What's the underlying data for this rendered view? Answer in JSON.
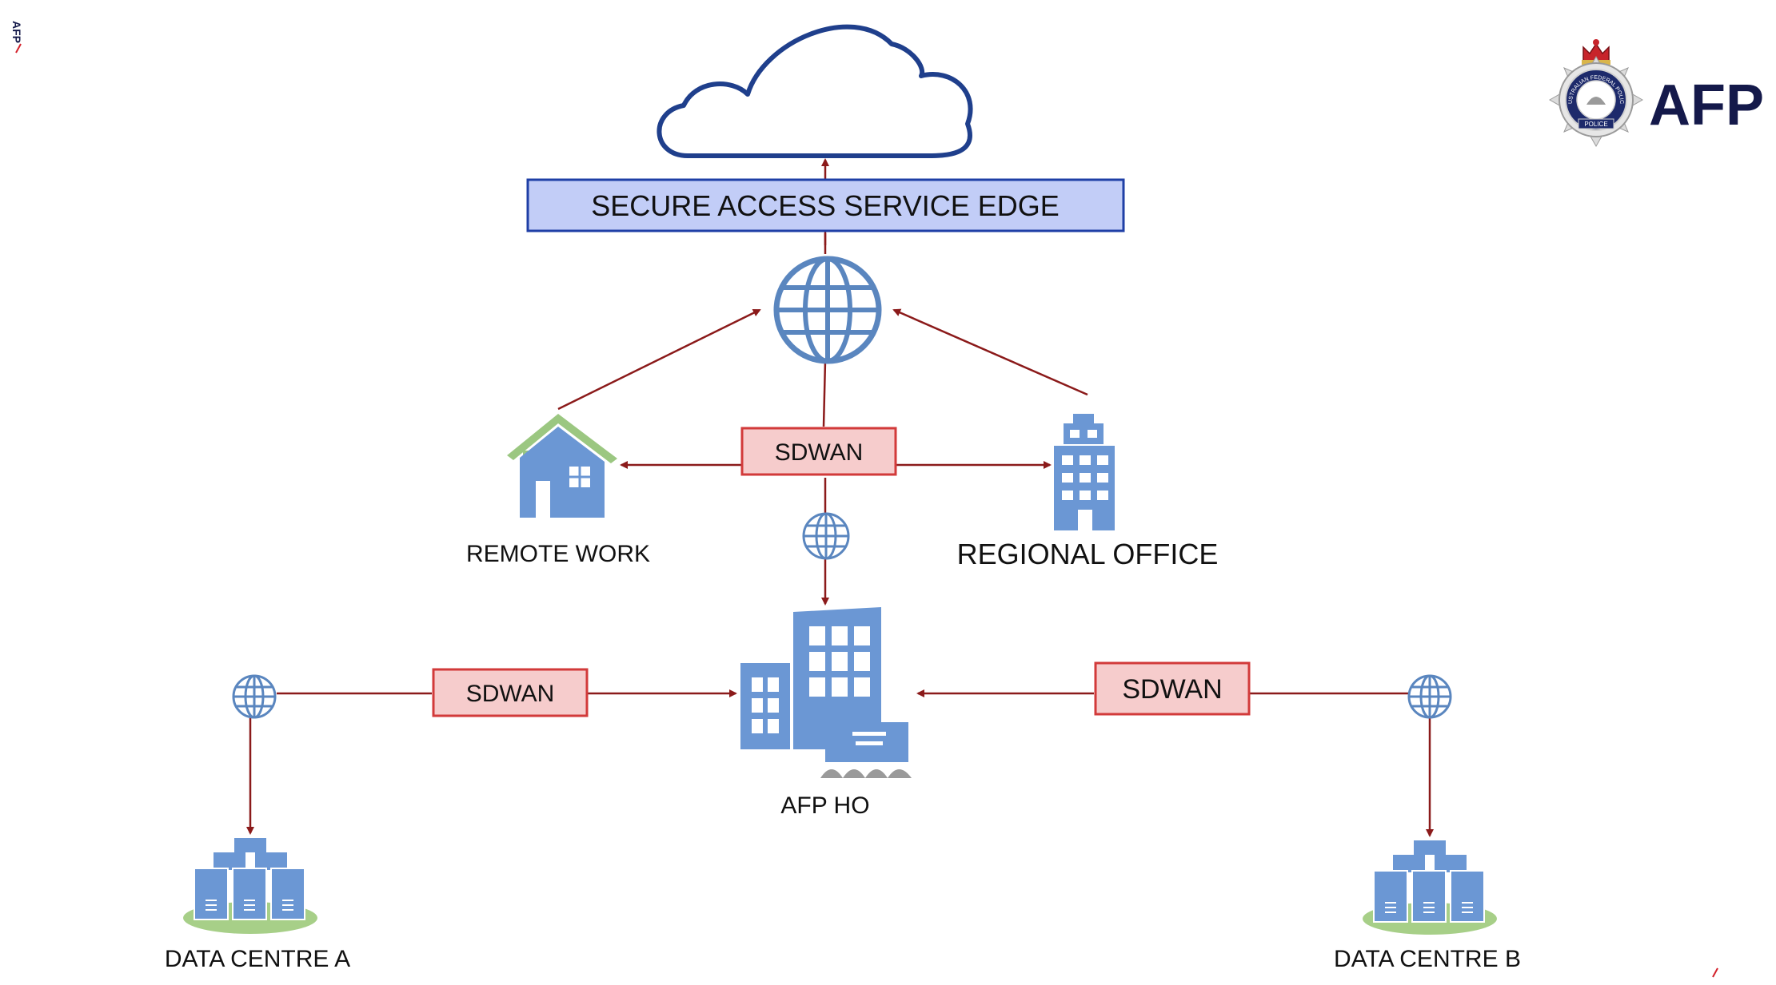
{
  "side_tag": "AFP",
  "logo": {
    "wordmark": "AFP",
    "badge_text": "AUSTRALIAN FEDERAL POLICE",
    "badge_ribbon": "POLICE"
  },
  "nodes": {
    "cloud": {
      "label": ""
    },
    "sase": {
      "label": "SECURE ACCESS SERVICE EDGE"
    },
    "internet": {
      "label": ""
    },
    "sdwan_top": {
      "label": "SDWAN"
    },
    "sdwan_left": {
      "label": "SDWAN"
    },
    "sdwan_right": {
      "label": "SDWAN"
    },
    "remote_work": {
      "label": "REMOTE WORK"
    },
    "regional_office": {
      "label": "REGIONAL OFFICE"
    },
    "afp_hq": {
      "label": "AFP HO"
    },
    "data_centre_a": {
      "label": "DATA CENTRE A"
    },
    "data_centre_b": {
      "label": "DATA CENTRE B"
    }
  },
  "colors": {
    "arrow": "#8b1a1a",
    "icon_blue": "#6b97d4",
    "icon_outline": "#4f77b0",
    "cloud_stroke": "#1f3f8c",
    "sase_fill": "#c2cdf7",
    "sase_stroke": "#1f3fa6",
    "sdwan_fill": "#f6cccc",
    "sdwan_stroke": "#d23a3a",
    "grass": "#a7cf88",
    "roof_green": "#9bc781",
    "accent_red": "#d3202a",
    "brand_navy": "#14194a"
  }
}
